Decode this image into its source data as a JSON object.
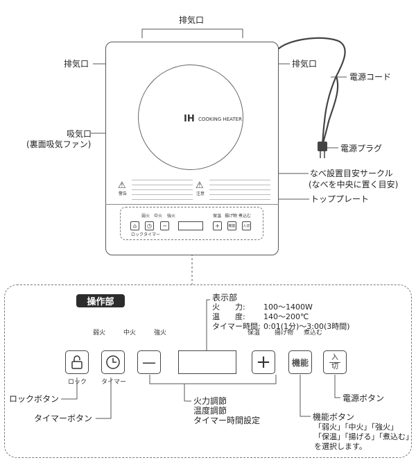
{
  "top_labels": {
    "exhaust_top": "排気口",
    "exhaust_left": "排気口",
    "exhaust_right": "排気口",
    "power_cord": "電源コード",
    "intake_line1": "吸気口",
    "intake_line2": "(裏面吸気ファン)",
    "plug": "電源プラグ",
    "pot_circle_line1": "なべ設置目安サークル",
    "pot_circle_line2": "(なべを中央に置く目安)",
    "top_plate": "トッププレート"
  },
  "cooker": {
    "logo": "IH",
    "brand": "COOKING HEATER",
    "warning_left_title": "警告",
    "warning_right_title": "注意",
    "mini_heat_labels": [
      "弱火",
      "中火",
      "強火"
    ],
    "mini_mode_labels": [
      "保温",
      "揚げ物",
      "煮込む"
    ],
    "mini_lock": "ロック",
    "mini_timer": "タイマー",
    "mini_func": "機能",
    "mini_power": "入切"
  },
  "panel": {
    "title": "操作部",
    "display_label": "表示部",
    "spec_rows": [
      {
        "name": "火　　力:",
        "value": "100〜1400W"
      },
      {
        "name": "温　　度:",
        "value": "140〜200℃"
      },
      {
        "name": "タイマー時間:",
        "value": "0:01(1分)〜3:00(3時間)"
      }
    ],
    "heat_labels": [
      "弱火",
      "中火",
      "強火"
    ],
    "mode_labels": [
      "保温",
      "揚げ物",
      "煮込む"
    ],
    "under_lock": "ロック",
    "under_timer": "タイマー",
    "minus_symbol": "—",
    "plus_symbol": "+",
    "func_button": "機能",
    "power_button_top": "入",
    "power_button_bottom": "切",
    "adjust_lines": [
      "火力調節",
      "温度調節",
      "タイマー時間設定"
    ],
    "lock_button_label": "ロックボタン",
    "timer_button_label": "タイマーボタン",
    "power_button_label": "電源ボタン",
    "func_button_label": "機能ボタン",
    "func_desc_lines": [
      "「弱火」「中火」「強火」",
      "「保温」「揚げる」「煮込む」",
      "を選択します。"
    ]
  }
}
